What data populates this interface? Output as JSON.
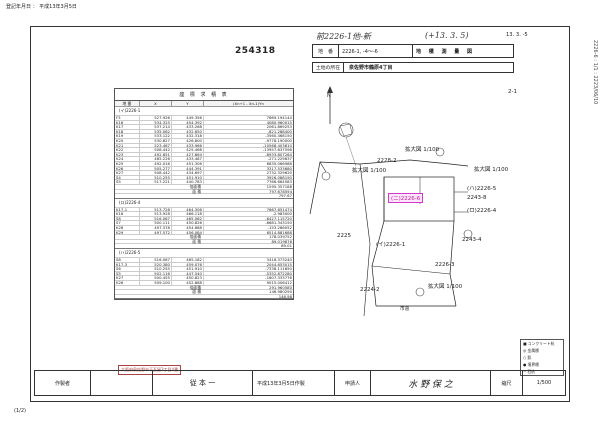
{
  "header": {
    "fax_line": "登記年月日 ： 平成13年3月5日",
    "side_vertical": "2226-6 : 1/1 : 2223/06/10"
  },
  "footer": {
    "page": "(1/2)"
  },
  "document": {
    "page_number": "254318",
    "handwritten_top": "前2226-1他-新",
    "handwritten_date": "(+13. 3. 5)",
    "printed_date": "13. 3. -5",
    "doc_label": "地　番",
    "doc_number": "2226-1, -4～-6",
    "title": "地 積 測 量 図",
    "location_label": "土地の所在",
    "location_value": "泉佐野市鶴原4丁目"
  },
  "table": {
    "title": "座 標 求 積 表",
    "headers": [
      "地 番",
      "X",
      "Y",
      "(Xn+1 - Xn-1)Yn"
    ],
    "blocks": [
      {
        "lot": "(イ)2226-1",
        "rows": [
          [
            "F3",
            "527.926",
            "449.356",
            "7669.194144"
          ],
          [
            "K16",
            "534.325",
            "454.392",
            "4080.960015"
          ],
          [
            "K17",
            "537.214",
            "433.268",
            "2061.869253"
          ],
          [
            "K18",
            "535.062",
            "432.650",
            "-821.288400"
          ],
          [
            "K19",
            "533.122",
            "432.318",
            "-3560.468150"
          ],
          [
            "K20",
            "530.827",
            "426.800",
            "-9778.190000"
          ],
          [
            "K21",
            "523.467",
            "433.966",
            "-10568.403810"
          ],
          [
            "K22",
            "508.442",
            "425.466",
            "-13957.637596"
          ],
          [
            "K23",
            "492.651",
            "427.864",
            "-8933.807264"
          ],
          [
            "K24",
            "485.226",
            "433.487",
            "-271.229637"
          ],
          [
            "K25",
            "492.016",
            "451.306",
            "6635.066986"
          ],
          [
            "K26",
            "505.277",
            "444.391",
            "3317.533680"
          ],
          [
            "K27",
            "508.442",
            "434.697",
            "2732.329620"
          ],
          [
            "S4",
            "510.255",
            "451.910",
            "3926.088190"
          ],
          [
            "S5",
            "517.221",
            "440.783",
            "7766.664583"
          ]
        ],
        "subtotals": [
          [
            "倍面積",
            "1595.357188"
          ],
          [
            "面 積",
            "797.678594"
          ],
          [
            "",
            "797.67"
          ]
        ]
      },
      {
        "lot": "(ロ)2226-4",
        "rows": [
          [
            "K17-1",
            "513.728",
            "464.306",
            "7667.851474"
          ],
          [
            "K18",
            "513.928",
            "466.118",
            "-2.983000"
          ],
          [
            "S8",
            "516.067",
            "465.062",
            "-6427.115720"
          ],
          [
            "S7",
            "500.111",
            "450.826",
            "-6681.343150"
          ],
          [
            "K28",
            "497.378",
            "454.688",
            "-153.266052"
          ],
          [
            "K29",
            "497.572",
            "456.084",
            "6514.881688"
          ]
        ],
        "subtotals": [
          [
            "倍面積",
            "178.039752"
          ],
          [
            "面 積",
            "89.019876"
          ],
          [
            "",
            "89.01"
          ]
        ]
      },
      {
        "lot": "(ハ)2226-5",
        "rows": [
          [
            "S8",
            "516.067",
            "465.182",
            "3416.373240"
          ],
          [
            "K17-3",
            "520.380",
            "459.076",
            "2044.653015"
          ],
          [
            "S6",
            "510.255",
            "451.910",
            "-7338.111650"
          ],
          [
            "S5",
            "502.116",
            "447.540",
            "-5352.872280"
          ],
          [
            "K27",
            "500.455",
            "450.823",
            "-1607.333776"
          ],
          [
            "K26",
            "509.100",
            "452.888",
            "9015.006412"
          ]
        ],
        "subtotals": [
          [
            "倍面積",
            "291.960580"
          ],
          [
            "面 積",
            "146.980290"
          ],
          [
            "",
            "146.98"
          ]
        ]
      }
    ]
  },
  "map": {
    "direction": "N",
    "sheet_label": "2-1",
    "parcel_2228_2": "2228-2",
    "parcel_2226_6": "(ニ)2226-6",
    "parcel_2226_5": "(ハ)2226-5",
    "parcel_2243_8": "2243-8",
    "parcel_2226_4": "(ロ)2226-4",
    "parcel_2225": "2225",
    "parcel_2226_1": "(イ)2226-1",
    "parcel_2243_4": "2243-4",
    "parcel_2226_3": "2226-3",
    "parcel_2224_2": "2224-2",
    "road_label": "市道",
    "scale_upper": "拡大図 1/100",
    "scale_left": "拡大図 1/100",
    "scale_lower": "拡大図 1/100",
    "scale_right": "拡大図 1/100"
  },
  "stamps": {
    "company": "大阪府泉佐野市下瓦屋3丁目4番",
    "person": "従 本 一"
  },
  "bottom": {
    "maker_label": "作製者",
    "date_text": "平成13年3月5日作製",
    "applicant_label": "申請人",
    "applicant_name": "水 野  保 之",
    "scale_label": "縮尺",
    "scale_value": "1/500"
  },
  "legend": {
    "items": [
      "■ コンクリート杭",
      "◎ 金属標",
      "○ 鋲",
      "● 境界標",
      "− 石杭"
    ]
  }
}
